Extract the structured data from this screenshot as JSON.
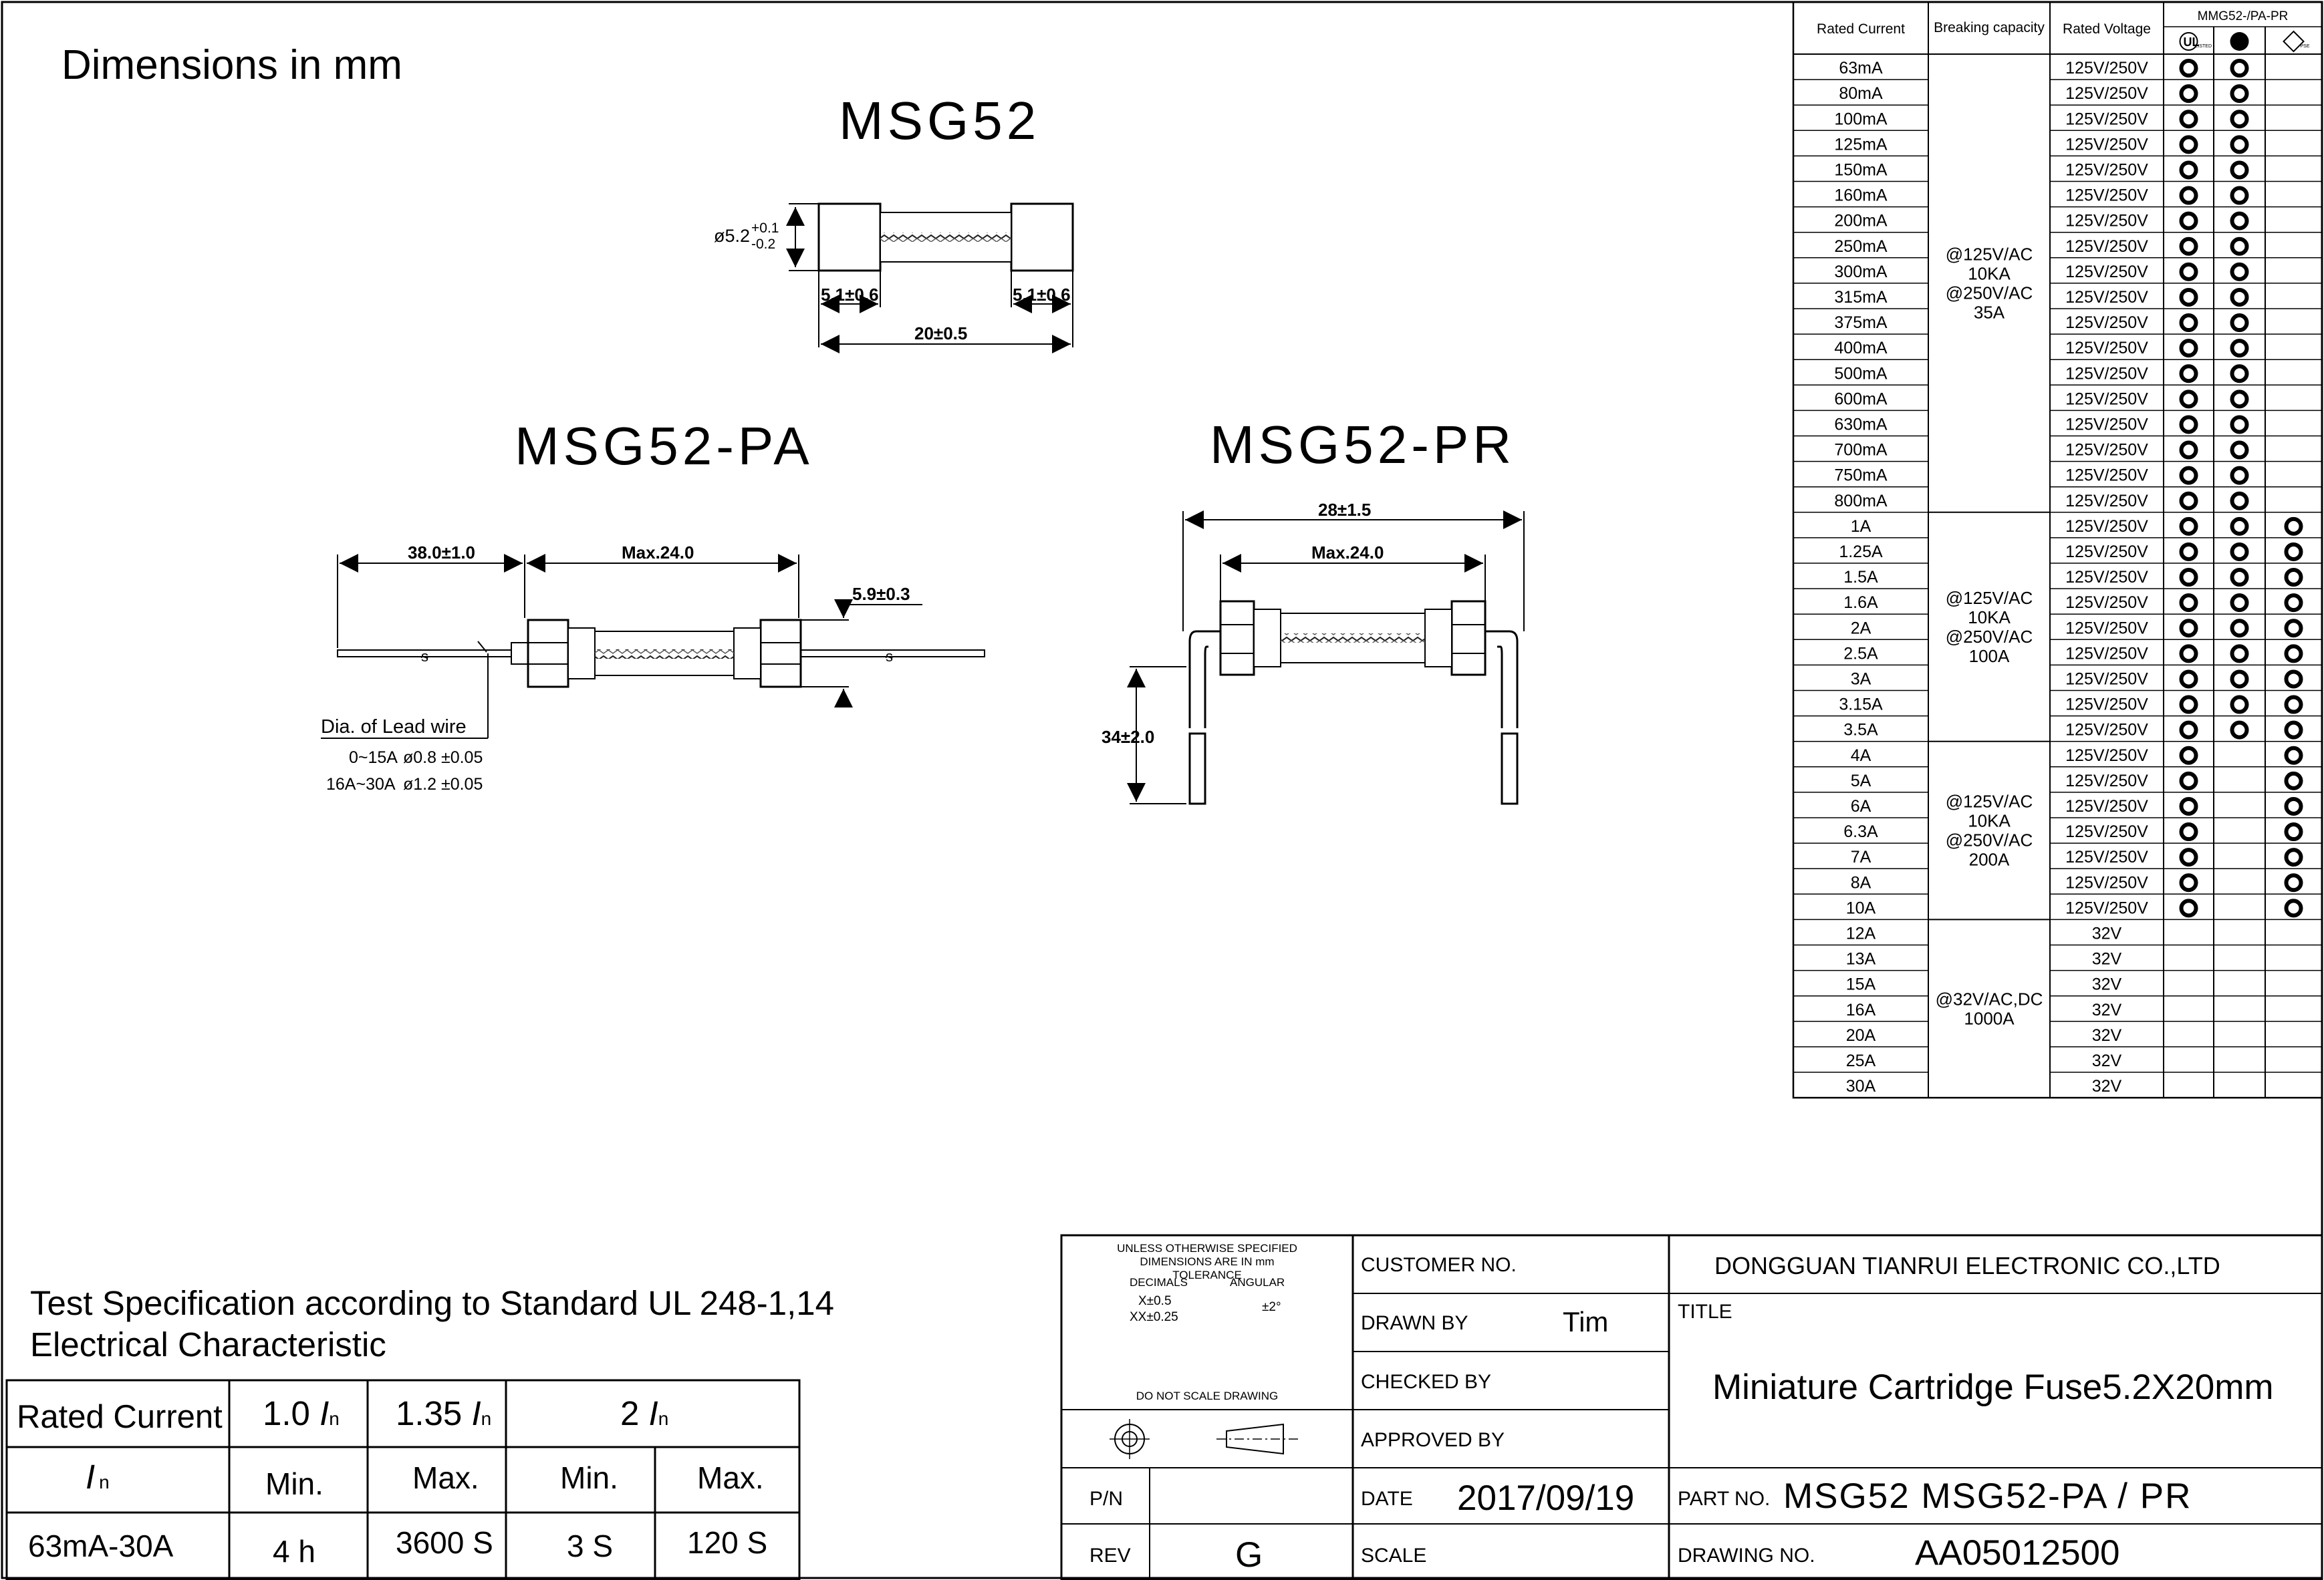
{
  "header": {
    "dimensions_label": "Dimensions in mm",
    "title_msg52": "MSG52",
    "title_pa": "MSG52-PA",
    "title_pr": "MSG52-PR"
  },
  "msg52_drawing": {
    "diameter_label": "ø5.2",
    "tol_plus": "+0.1",
    "tol_minus": "-0.2",
    "cap_left": "5.1±0.6",
    "cap_right": "5.1±0.6",
    "overall_length": "20±0.5"
  },
  "pa_drawing": {
    "lead_length": "38.0±1.0",
    "body_max": "Max.24.0",
    "body_dia": "5.9±0.3",
    "lead_wire_heading": "Dia. of Lead wire",
    "lead_wire_row1_range": "0~15A",
    "lead_wire_row1_value": "ø0.8 ±0.05",
    "lead_wire_row2_range": "16A~30A",
    "lead_wire_row2_value": "ø1.2 ±0.05"
  },
  "pr_drawing": {
    "overall_width": "28±1.5",
    "body_max": "Max.24.0",
    "lead_height": "34±2.0"
  },
  "rating_table": {
    "headers": {
      "rated_current": "Rated Current",
      "breaking_capacity": "Breaking capacity",
      "rated_voltage": "Rated Voltage",
      "approvals_group": "MMG52-/PA-PR"
    },
    "approval_icons": [
      "ul-cert-icon",
      "ce-cert-icon",
      "pse-cert-icon"
    ],
    "approval_small_labels": [
      "LISTED",
      "",
      "PSE"
    ],
    "mark_symbol": "O",
    "rows": [
      {
        "current": "63mA",
        "voltage": "125V/250V",
        "marks": [
          1,
          1,
          0
        ]
      },
      {
        "current": "80mA",
        "voltage": "125V/250V",
        "marks": [
          1,
          1,
          0
        ]
      },
      {
        "current": "100mA",
        "voltage": "125V/250V",
        "marks": [
          1,
          1,
          0
        ]
      },
      {
        "current": "125mA",
        "voltage": "125V/250V",
        "marks": [
          1,
          1,
          0
        ]
      },
      {
        "current": "150mA",
        "voltage": "125V/250V",
        "marks": [
          1,
          1,
          0
        ]
      },
      {
        "current": "160mA",
        "voltage": "125V/250V",
        "marks": [
          1,
          1,
          0
        ]
      },
      {
        "current": "200mA",
        "voltage": "125V/250V",
        "marks": [
          1,
          1,
          0
        ]
      },
      {
        "current": "250mA",
        "voltage": "125V/250V",
        "marks": [
          1,
          1,
          0
        ]
      },
      {
        "current": "300mA",
        "voltage": "125V/250V",
        "marks": [
          1,
          1,
          0
        ]
      },
      {
        "current": "315mA",
        "voltage": "125V/250V",
        "marks": [
          1,
          1,
          0
        ]
      },
      {
        "current": "375mA",
        "voltage": "125V/250V",
        "marks": [
          1,
          1,
          0
        ]
      },
      {
        "current": "400mA",
        "voltage": "125V/250V",
        "marks": [
          1,
          1,
          0
        ]
      },
      {
        "current": "500mA",
        "voltage": "125V/250V",
        "marks": [
          1,
          1,
          0
        ]
      },
      {
        "current": "600mA",
        "voltage": "125V/250V",
        "marks": [
          1,
          1,
          0
        ]
      },
      {
        "current": "630mA",
        "voltage": "125V/250V",
        "marks": [
          1,
          1,
          0
        ]
      },
      {
        "current": "700mA",
        "voltage": "125V/250V",
        "marks": [
          1,
          1,
          0
        ]
      },
      {
        "current": "750mA",
        "voltage": "125V/250V",
        "marks": [
          1,
          1,
          0
        ]
      },
      {
        "current": "800mA",
        "voltage": "125V/250V",
        "marks": [
          1,
          1,
          0
        ]
      },
      {
        "current": "1A",
        "voltage": "125V/250V",
        "marks": [
          1,
          1,
          1
        ]
      },
      {
        "current": "1.25A",
        "voltage": "125V/250V",
        "marks": [
          1,
          1,
          1
        ]
      },
      {
        "current": "1.5A",
        "voltage": "125V/250V",
        "marks": [
          1,
          1,
          1
        ]
      },
      {
        "current": "1.6A",
        "voltage": "125V/250V",
        "marks": [
          1,
          1,
          1
        ]
      },
      {
        "current": "2A",
        "voltage": "125V/250V",
        "marks": [
          1,
          1,
          1
        ]
      },
      {
        "current": "2.5A",
        "voltage": "125V/250V",
        "marks": [
          1,
          1,
          1
        ]
      },
      {
        "current": "3A",
        "voltage": "125V/250V",
        "marks": [
          1,
          1,
          1
        ]
      },
      {
        "current": "3.15A",
        "voltage": "125V/250V",
        "marks": [
          1,
          1,
          1
        ]
      },
      {
        "current": "3.5A",
        "voltage": "125V/250V",
        "marks": [
          1,
          1,
          1
        ]
      },
      {
        "current": "4A",
        "voltage": "125V/250V",
        "marks": [
          1,
          0,
          1
        ]
      },
      {
        "current": "5A",
        "voltage": "125V/250V",
        "marks": [
          1,
          0,
          1
        ]
      },
      {
        "current": "6A",
        "voltage": "125V/250V",
        "marks": [
          1,
          0,
          1
        ]
      },
      {
        "current": "6.3A",
        "voltage": "125V/250V",
        "marks": [
          1,
          0,
          1
        ]
      },
      {
        "current": "7A",
        "voltage": "125V/250V",
        "marks": [
          1,
          0,
          1
        ]
      },
      {
        "current": "8A",
        "voltage": "125V/250V",
        "marks": [
          1,
          0,
          1
        ]
      },
      {
        "current": "10A",
        "voltage": "125V/250V",
        "marks": [
          1,
          0,
          1
        ]
      },
      {
        "current": "12A",
        "voltage": "32V",
        "marks": [
          0,
          0,
          0
        ]
      },
      {
        "current": "13A",
        "voltage": "32V",
        "marks": [
          0,
          0,
          0
        ]
      },
      {
        "current": "15A",
        "voltage": "32V",
        "marks": [
          0,
          0,
          0
        ]
      },
      {
        "current": "16A",
        "voltage": "32V",
        "marks": [
          0,
          0,
          0
        ]
      },
      {
        "current": "20A",
        "voltage": "32V",
        "marks": [
          0,
          0,
          0
        ]
      },
      {
        "current": "25A",
        "voltage": "32V",
        "marks": [
          0,
          0,
          0
        ]
      },
      {
        "current": "30A",
        "voltage": "32V",
        "marks": [
          0,
          0,
          0
        ]
      }
    ],
    "breaking_groups": [
      {
        "from": 0,
        "to": 17,
        "lines": [
          "@125V/AC",
          "10KA",
          "@250V/AC",
          "35A"
        ]
      },
      {
        "from": 18,
        "to": 26,
        "lines": [
          "@125V/AC",
          "10KA",
          "@250V/AC",
          "100A"
        ]
      },
      {
        "from": 27,
        "to": 33,
        "lines": [
          "@125V/AC",
          "10KA",
          "@250V/AC",
          "200A"
        ]
      },
      {
        "from": 34,
        "to": 40,
        "lines": [
          "@32V/AC,DC",
          "1000A"
        ]
      }
    ]
  },
  "spec": {
    "line1": "Test Specification according to Standard UL 248-1,14",
    "line2": "Electrical Characteristic",
    "rated_current_label": "Rated Current",
    "in_symbol": "I",
    "in_sub": "n",
    "col_10": "1.0",
    "col_135": "1.35",
    "col_2": "2",
    "min_label": "Min.",
    "max_label": "Max.",
    "row_current": "63mA-30A",
    "v_10_min": "4 h",
    "v_135_max": "3600 S",
    "v_2_min": "3 S",
    "v_2_max": "120 S"
  },
  "title_block": {
    "tolerance_lines": [
      "UNLESS OTHERWISE SPECIFIED",
      "DIMENSIONS ARE IN mm",
      "TOLERANCE"
    ],
    "decimals_label": "DECIMALS",
    "angular_label": "ANGULAR",
    "x_tol": "X±0.5",
    "xx_tol": "XX±0.25",
    "angular_tol": "±2°",
    "do_not_scale": "DO NOT SCALE DRAWING",
    "customer_no_label": "CUSTOMER NO.",
    "drawn_by_label": "DRAWN BY",
    "drawn_by_value": "Tim",
    "checked_by_label": "CHECKED BY",
    "approved_by_label": "APPROVED BY",
    "company": "DONGGUAN TIANRUI ELECTRONIC CO.,LTD",
    "title_label": "TITLE",
    "title_value": "Miniature Cartridge Fuse5.2X20mm",
    "pn_label": "P/N",
    "date_label": "DATE",
    "date_value": "2017/09/19",
    "part_no_label": "PART NO.",
    "part_no_value": "MSG52 MSG52-PA / PR",
    "rev_label": "REV",
    "rev_value": "G",
    "scale_label": "SCALE",
    "drawing_no_label": "DRAWING NO.",
    "drawing_no_value": "AA05012500"
  }
}
